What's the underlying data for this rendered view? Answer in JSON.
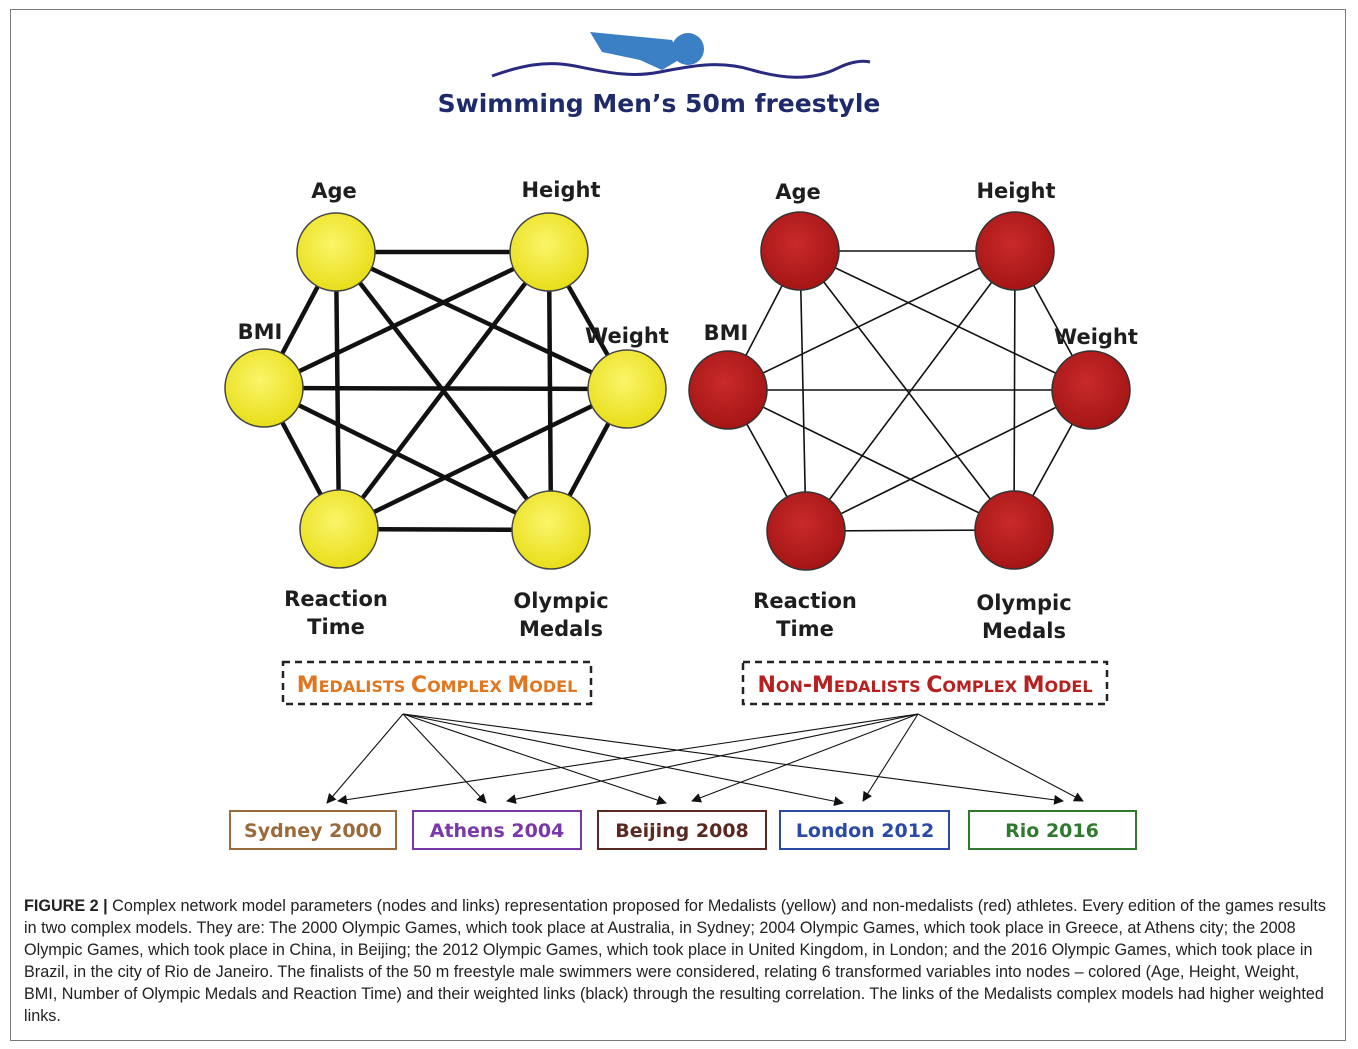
{
  "title": "Swimming Men’s 50m freestyle",
  "colors": {
    "title": "#1f2a6b",
    "swimmer_logo": "#3b7fc4",
    "medalist_node": "#f2ec2c",
    "non_medalist_node": "#b81f1f",
    "medalists_model_text": "#e0761f",
    "non_medalists_model_text": "#b81f1f",
    "links": "#111111"
  },
  "node_labels": [
    "Age",
    "Height",
    "Weight",
    "Olympic Medals",
    "Reaction Time",
    "BMI"
  ],
  "label_lines": {
    "age": "Age",
    "height": "Height",
    "weight": "Weight",
    "bmi": "BMI",
    "reaction_1": "Reaction",
    "reaction_2": "Time",
    "olympic_1": "Olympic",
    "olympic_2": "Medals"
  },
  "models": {
    "medalists": {
      "first": "M",
      "first_rest": "EDALISTS",
      "second": "C",
      "second_rest": "OMPLEX",
      "third": "M",
      "third_rest": "ODEL"
    },
    "non_medalists": {
      "first": "N",
      "first_rest": "ON",
      "dash": "-",
      "second": "M",
      "second_rest": "EDALISTS",
      "third": "C",
      "third_rest": "OMPLEX",
      "fourth": "M",
      "fourth_rest": "ODEL"
    }
  },
  "games": [
    {
      "label": "Sydney 2000",
      "color": "#9a6a3a"
    },
    {
      "label": "Athens 2004",
      "color": "#7a37a8"
    },
    {
      "label": "Beijing 2008",
      "color": "#5a2a22"
    },
    {
      "label": "London 2012",
      "color": "#2a4aa8"
    },
    {
      "label": "Rio 2016",
      "color": "#2f7a2f"
    }
  ],
  "caption": {
    "label": "FIGURE 2 |",
    "text": " Complex network model parameters (nodes and links) representation proposed for Medalists (yellow) and non-medalists (red) athletes. Every edition of the games results in two complex models. They are: The 2000 Olympic Games, which took place at Australia, in Sydney; 2004 Olympic Games, which took place in Greece, at Athens city; the 2008 Olympic Games, which took place in China, in Beijing; the 2012 Olympic Games, which took place in United Kingdom, in London; and the 2016 Olympic Games, which took place in Brazil, in the city of Rio de Janeiro. The finalists of the 50 m freestyle male swimmers were considered, relating 6 transformed variables into nodes – colored (Age, Height, Weight, BMI, Number of Olympic Medals and Reaction Time) and their weighted links (black) through the resulting correlation. The links of the Medalists complex models had higher weighted links."
  }
}
